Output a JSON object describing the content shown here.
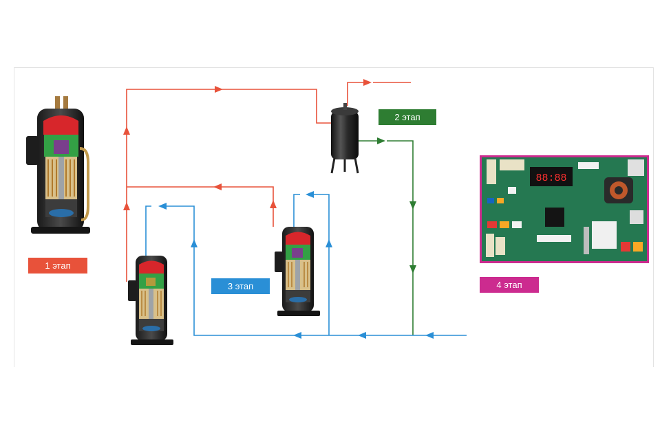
{
  "stages": {
    "stage1": "1 этап",
    "stage2": "2 этап",
    "stage3": "3 этап",
    "stage4": "4 этап"
  },
  "board": {
    "display_digits": "88:88"
  },
  "colors": {
    "refrigerant_discharge": "#e8523a",
    "refrigerant_liquid": "#2e7d32",
    "refrigerant_suction": "#2a8fd6",
    "control_board_frame": "#cc2b8f"
  },
  "components": [
    "large-compressor-cutaway",
    "small-compressor-cutaway-left",
    "small-compressor-cutaway-right",
    "oil-separator-tank",
    "inverter-control-board"
  ]
}
